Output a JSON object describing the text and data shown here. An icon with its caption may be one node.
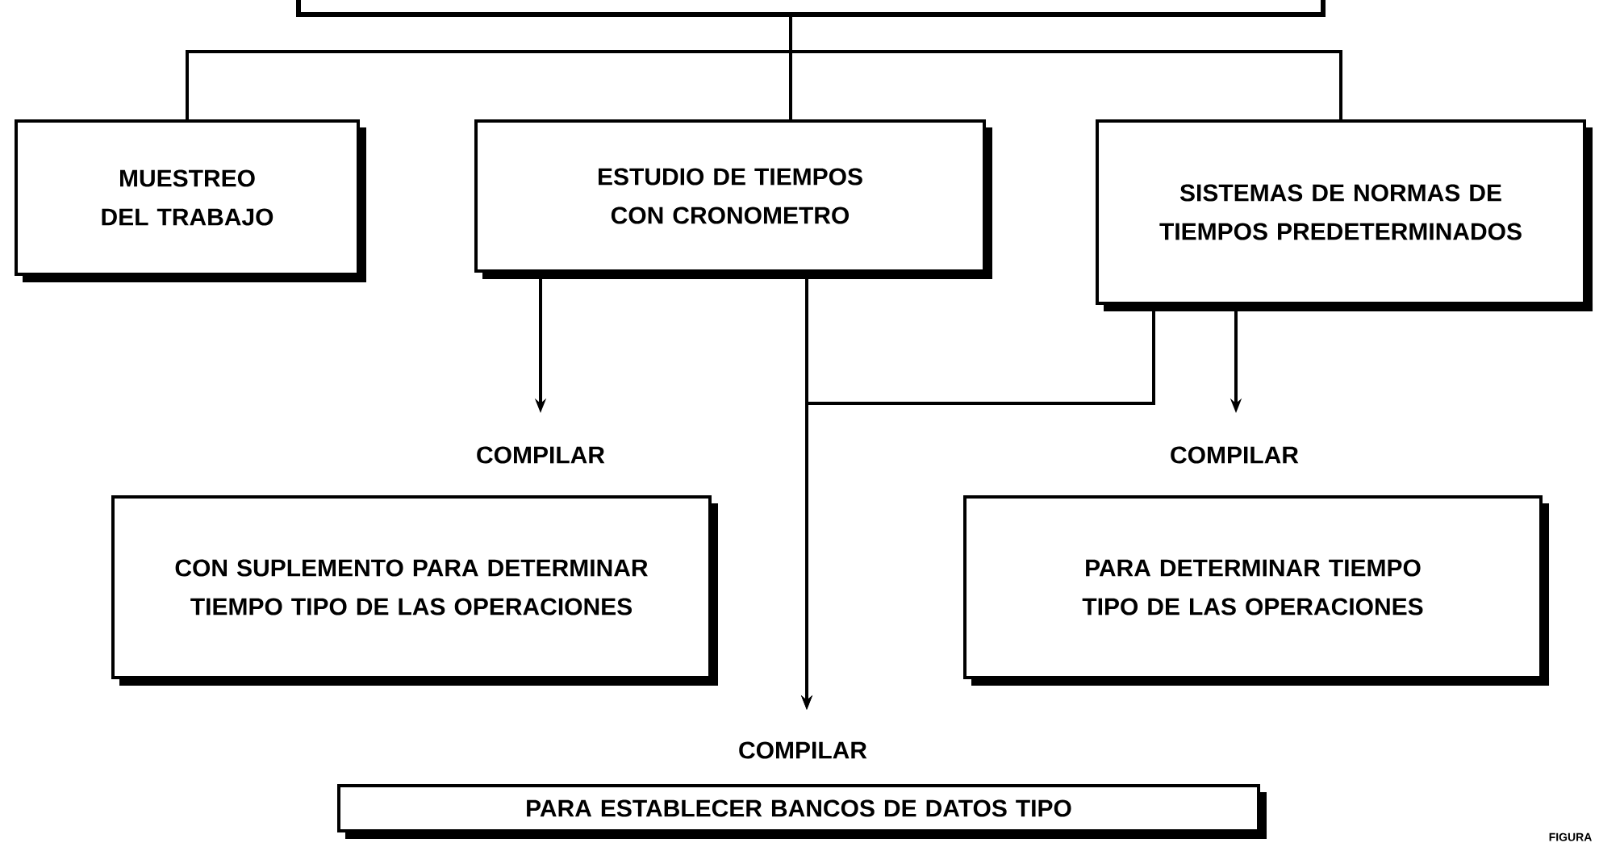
{
  "diagram": {
    "nodes": [
      {
        "text": [],
        "shape": "box"
      },
      {
        "text": [
          "MUESTREO DEL TRABAJO"
        ]
      },
      {
        "text": [
          "ESTUDIO DE TIEMPOS CON CRONOMETRO"
        ]
      },
      {
        "text": [
          "SISTEMAS DE NORMAS DE TIEMPOS PREDETERMINADOS"
        ]
      },
      {
        "text": [
          "COMPILAR"
        ]
      },
      {
        "text": [
          "CON SUPLEMENTO PARA DETERMINAR TIEMPO TIPO DE LAS OPERACIONES"
        ]
      },
      {
        "text": [
          "COMPILAR"
        ]
      },
      {
        "text": [
          "PARA DETERMINAR TIEMPO TIPO DE LAS OPERACIONES"
        ]
      },
      {
        "text": [
          "COMPILAR"
        ]
      },
      {
        "text": [
          "PARA ESTABLECER BANCOS DE DATOS TIPO"
        ]
      }
    ],
    "edges": [
      {
        "from": 0,
        "to": 1,
        "arrow": "none"
      },
      {
        "from": 0,
        "to": 2,
        "arrow": "none"
      },
      {
        "from": 0,
        "to": 3,
        "arrow": "none"
      },
      {
        "from": 2,
        "to": 4,
        "arrow": "to"
      },
      {
        "from": 2,
        "to": 8,
        "arrow": "to"
      },
      {
        "from": 3,
        "to": 8,
        "arrow": "to"
      },
      {
        "from": 3,
        "to": 6,
        "arrow": "to"
      }
    ],
    "labels": [
      "FIGURA"
    ]
  }
}
